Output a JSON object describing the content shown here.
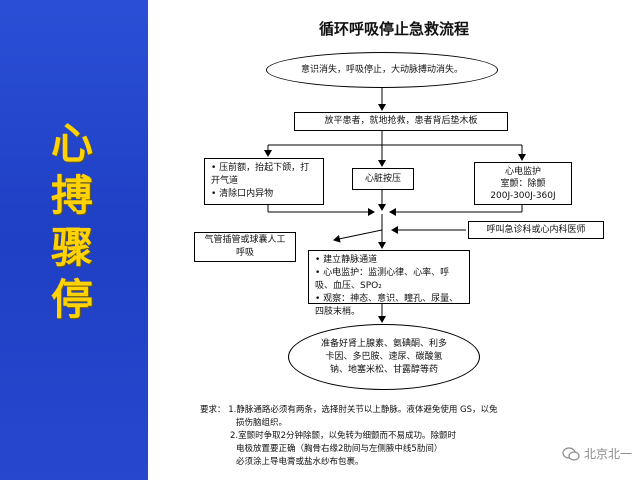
{
  "side_title": [
    "心",
    "搏",
    "骤",
    "停"
  ],
  "title": "循环呼吸停止急救流程",
  "nodes": {
    "start": "意识消失，呼吸停止，大动脉搏动消失。",
    "step2": "放平患者，就地抢救，患者背后垫木板",
    "airway": [
      "• 压前额，抬起下颌，打开气道",
      "• 清除口内异物"
    ],
    "cpr": "心脏按压",
    "monitor": [
      "心电监护",
      "室颤：除颤",
      "200J-300J-360J"
    ],
    "intubation": "气管插管或球囊人工呼吸",
    "call": "呼叫急诊科或心内科医师",
    "care": [
      "• 建立静脉通道",
      "• 心电监护：监测心律、心率、呼吸、血压、SPO₂",
      "• 观察：神态、意识、瞳孔、尿量、四肢末梢。"
    ],
    "drugs": "准备好肾上腺素、氨碘酮、利多卡因、多巴胺、速尿、碳酸氢钠、地塞米松、甘露醇等药"
  },
  "notes": {
    "label": "要求：",
    "lines": [
      "1.静脉通路必须有两条，选择肘关节以上静脉。液体避免使用 GS，以免",
      "损伤脑组织。",
      "2.室颤时争取2分钟除颤，以免转为细颤而不易成功。除颤时",
      "电极放置要正确（胸骨右缘2肋间与左侧腋中线5肋间）",
      "必须涂上导电膏或盐水纱布包裹。"
    ]
  },
  "watermark": "北京北一",
  "colors": {
    "panel": "#2347cf",
    "title": "#ffd200"
  }
}
